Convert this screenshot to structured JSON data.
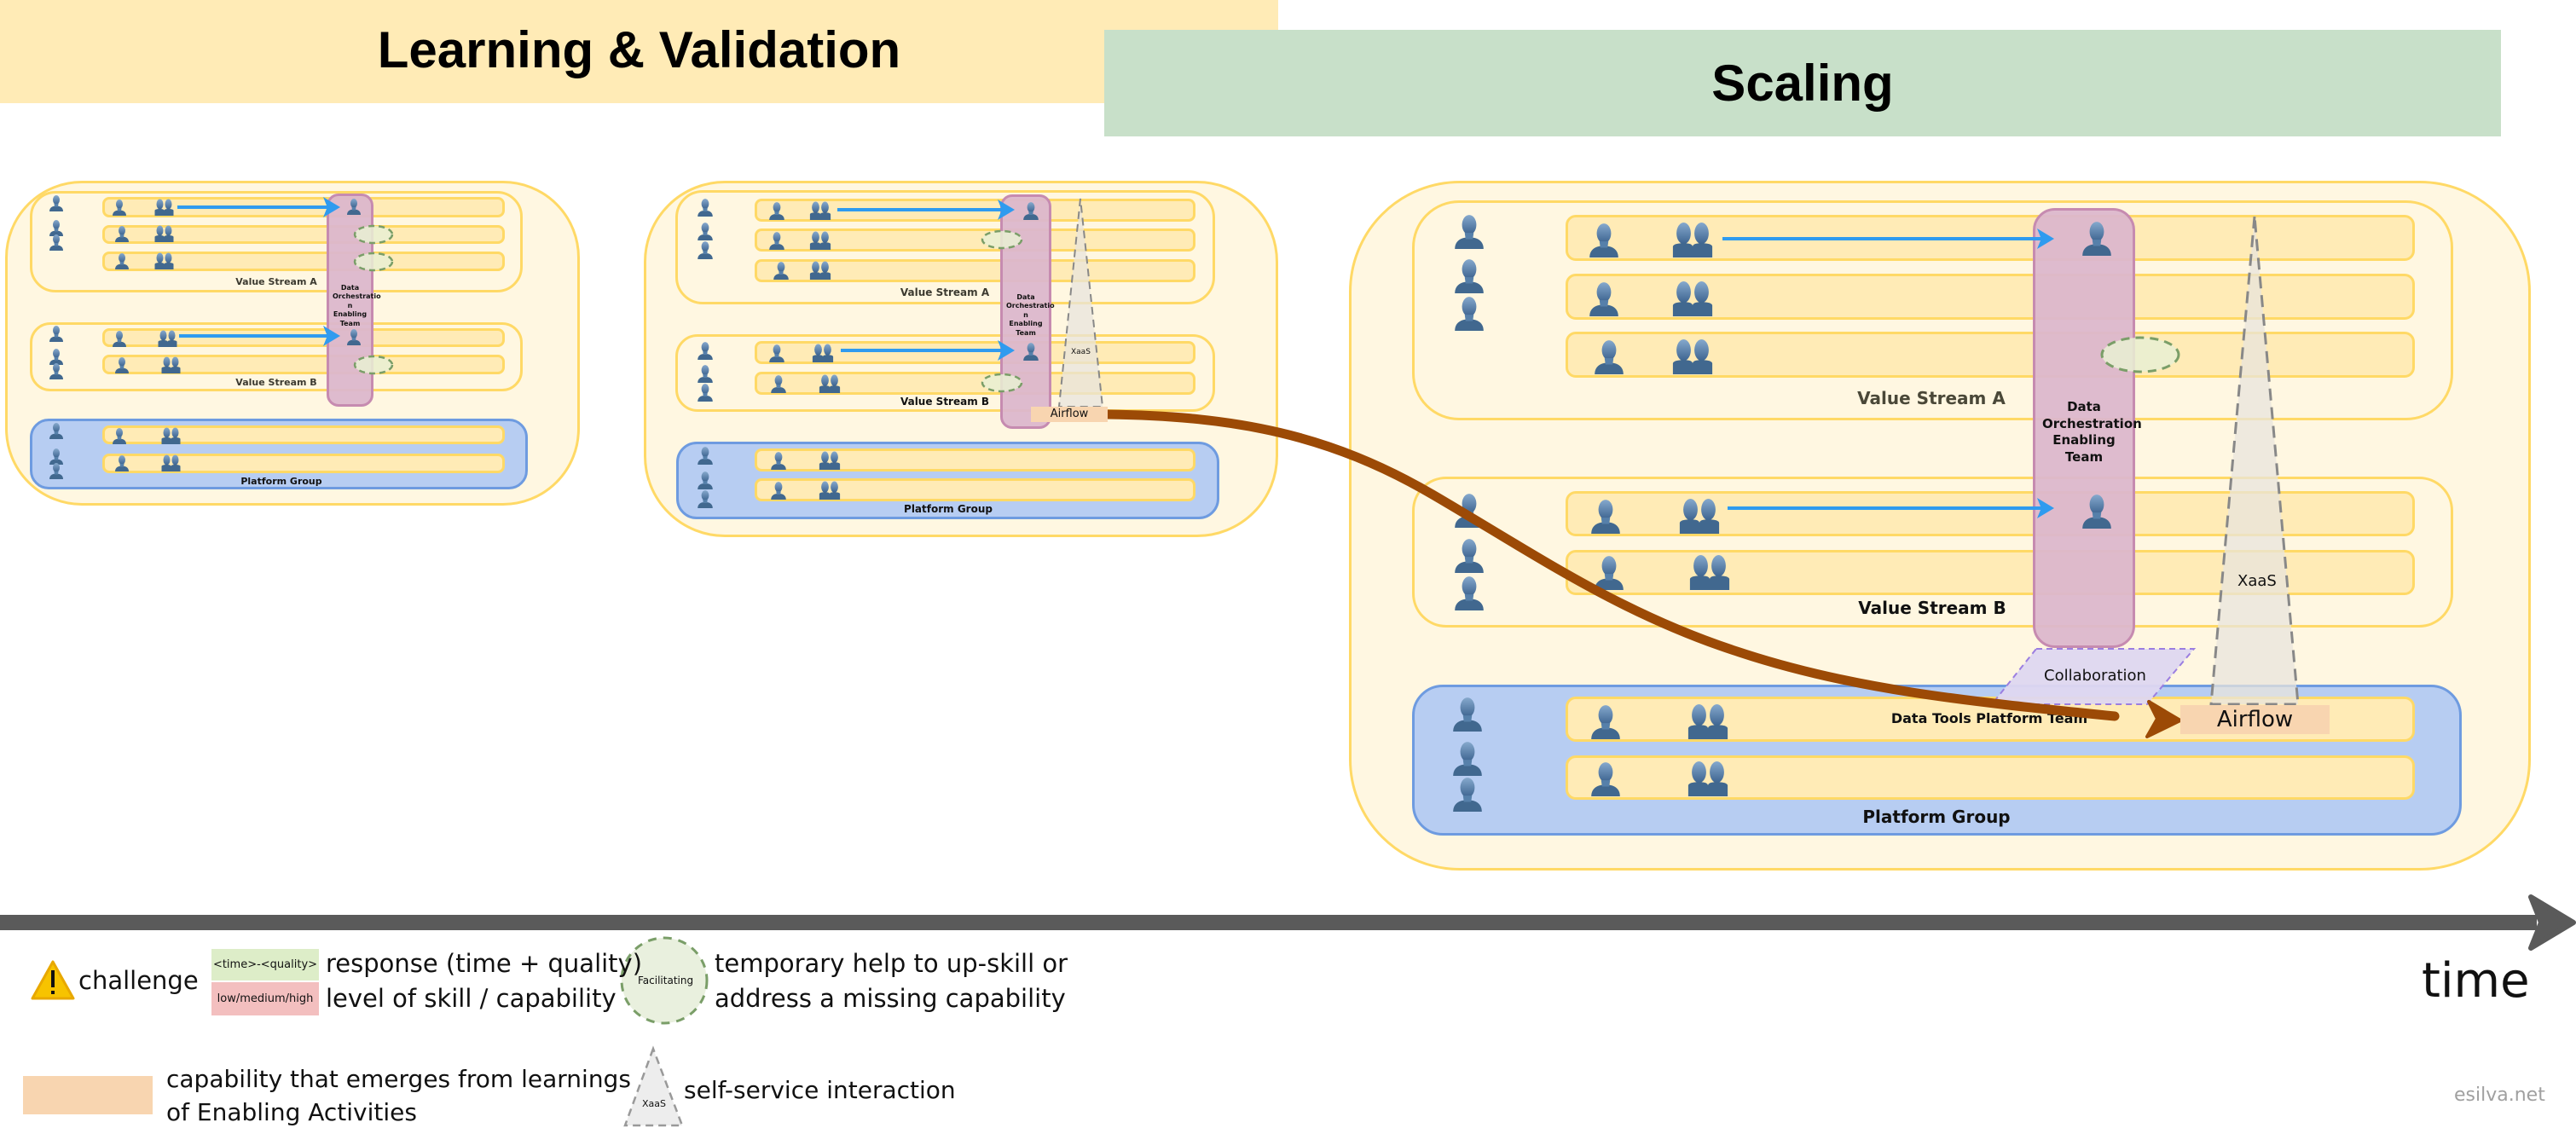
{
  "phases": {
    "learning": "Learning & Validation",
    "scaling": "Scaling"
  },
  "stages": [
    {
      "value_stream_a": "Value Stream A",
      "value_stream_b": "Value Stream B",
      "platform_group": "Platform Group",
      "enabling_team": "Data Orchestratio n Enabling Team"
    },
    {
      "value_stream_a": "Value Stream A",
      "value_stream_b": "Value Stream B",
      "platform_group": "Platform Group",
      "enabling_team": "Data Orchestratio n Enabling Team",
      "xaas": "XaaS",
      "airflow": "Airflow"
    },
    {
      "value_stream_a": "Value Stream A",
      "value_stream_b": "Value Stream B",
      "platform_group": "Platform Group",
      "enabling_team": "Data Orchestration Enabling Team",
      "xaas": "XaaS",
      "airflow": "Airflow",
      "collaboration": "Collaboration",
      "platform_team": "Data Tools Platform Team"
    }
  ],
  "timeline": {
    "label": "time"
  },
  "legend": {
    "challenge": "challenge",
    "response_box": "<time>-<quality>",
    "response_text": "response (time + quality)",
    "skill_box": "low/medium/high",
    "skill_text": "level of skill / capability",
    "facilitating_box": "Facilitating",
    "facilitating_text_1": "temporary help to up-skill or",
    "facilitating_text_2": "address a missing capability",
    "capability_text_1": "capability that emerges from learnings",
    "capability_text_2": "of Enabling Activities",
    "xaas_box": "XaaS",
    "xaas_text": "self-service interaction"
  },
  "footer": {
    "credit": "esilva.net"
  },
  "colors": {
    "learning_band": "#FFEBB6",
    "scaling_band": "#C8E0C9",
    "stage_fill": "#FFF7E1",
    "row_fill": "#FFEBB6",
    "row_border": "#FFD966",
    "platform_fill": "#B7CDF2",
    "platform_border": "#6E9BE0",
    "enabling_fill": "#DCB7CC",
    "enabling_border": "#C68BB0",
    "interaction_arrow": "#2F9BEF",
    "evolution_arrow": "#9C4A06",
    "timeline": "#5A5A5A",
    "airflow_fill": "#F8D5B0",
    "facilitating_fill": "#E9F0D4",
    "facilitating_border": "#7A9E68"
  }
}
